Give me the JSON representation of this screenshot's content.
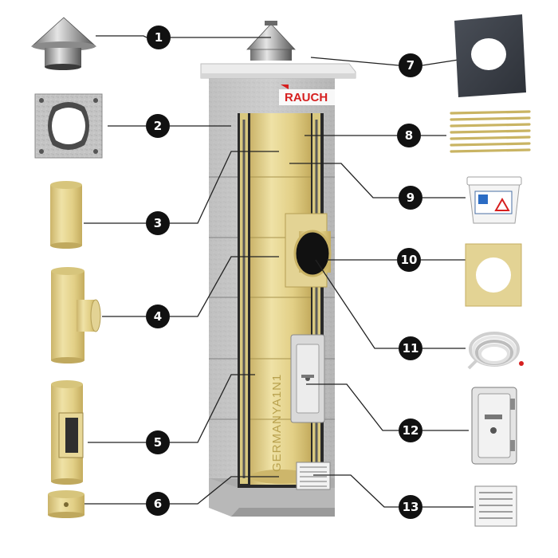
{
  "brand": {
    "name": "RAUCH",
    "color": "#d61f1f"
  },
  "liner_stamp": "GERMANYA1N1",
  "colors": {
    "ceramic": "#e8d898",
    "block": "#c9c9c9",
    "badge": "#111111",
    "leader": "#222222"
  },
  "components": [
    {
      "number": "1",
      "icon": "chimney-cap-icon"
    },
    {
      "number": "2",
      "icon": "concrete-block-icon"
    },
    {
      "number": "3",
      "icon": "ceramic-pipe-icon"
    },
    {
      "number": "4",
      "icon": "tee-connector-icon"
    },
    {
      "number": "5",
      "icon": "inspection-pipe-icon"
    },
    {
      "number": "6",
      "icon": "condensate-cup-icon"
    },
    {
      "number": "7",
      "icon": "top-plate-icon"
    },
    {
      "number": "8",
      "icon": "steel-rods-icon"
    },
    {
      "number": "9",
      "icon": "sealant-bucket-icon"
    },
    {
      "number": "10",
      "icon": "insulation-plate-icon"
    },
    {
      "number": "11",
      "icon": "seal-cord-icon"
    },
    {
      "number": "12",
      "icon": "cleanout-door-icon"
    },
    {
      "number": "13",
      "icon": "vent-grille-icon"
    }
  ]
}
